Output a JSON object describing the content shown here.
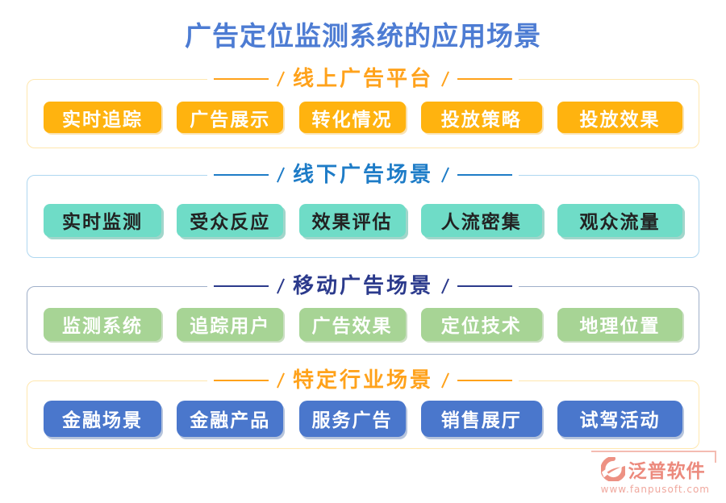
{
  "title": "广告定位监测系统的应用场景",
  "title_color": "#4D7CD3",
  "sections": [
    {
      "header": "线上广告平台",
      "accent": "#FFA21B",
      "box_border": "#FFE7AE",
      "button_bg": "#FFB30F",
      "button_text_color": "#FFFFFF",
      "buttons": [
        "实时追踪",
        "广告展示",
        "转化情况",
        "投放策略",
        "投放效果"
      ]
    },
    {
      "header": "线下广告场景",
      "accent": "#1E7CC7",
      "box_border": "#AED7F0",
      "button_bg": "#6FDCC7",
      "button_text_color": "#222222",
      "buttons": [
        "实时监测",
        "受众反应",
        "效果评估",
        "人流密集",
        "观众流量"
      ]
    },
    {
      "header": "移动广告场景",
      "accent": "#2B3A8C",
      "box_border": "#9FAFC9",
      "button_bg": "#A7D495",
      "button_text_color": "#FFFFFF",
      "buttons": [
        "监测系统",
        "追踪用户",
        "广告效果",
        "定位技术",
        "地理位置"
      ]
    },
    {
      "header": "特定行业场景",
      "accent": "#FFA21B",
      "box_border": "#FFE7AE",
      "button_bg": "#4A77CC",
      "button_text_color": "#FFFFFF",
      "buttons": [
        "金融场景",
        "金融产品",
        "服务广告",
        "销售展厅",
        "试驾活动"
      ]
    }
  ],
  "watermark": {
    "brand": "泛普软件",
    "url": "www.fanpusoft.com",
    "color": "#EC8A7D"
  }
}
